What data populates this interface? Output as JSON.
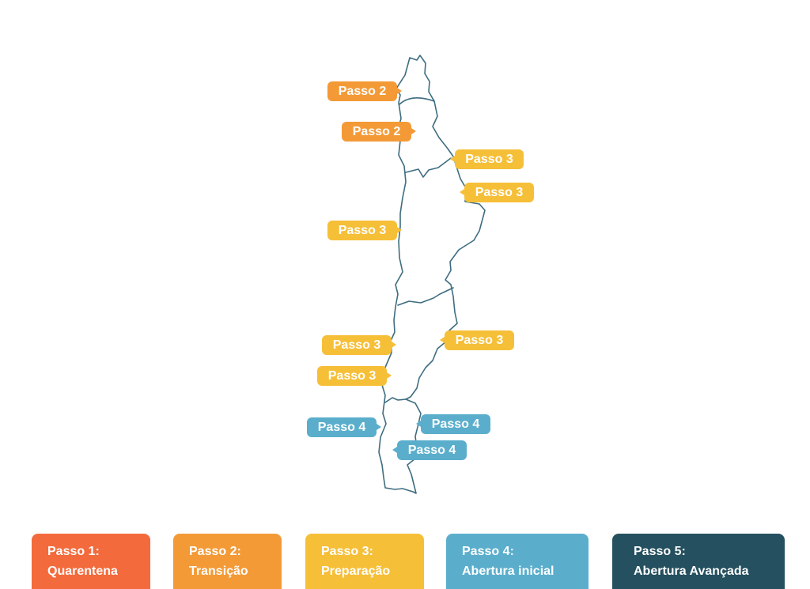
{
  "colors": {
    "step1": "#f36a3c",
    "step2": "#f39a37",
    "step3": "#f6bf38",
    "step4": "#5aaecc",
    "step5": "#24505f",
    "outline": "#3e6d80"
  },
  "map": {
    "labels": [
      {
        "text": "Passo 2",
        "step": 2
      },
      {
        "text": "Passo 2",
        "step": 2
      },
      {
        "text": "Passo 3",
        "step": 3
      },
      {
        "text": "Passo 3",
        "step": 3
      },
      {
        "text": "Passo 3",
        "step": 3
      },
      {
        "text": "Passo 3",
        "step": 3
      },
      {
        "text": "Passo 3",
        "step": 3
      },
      {
        "text": "Passo 3",
        "step": 3
      },
      {
        "text": "Passo 4",
        "step": 4
      },
      {
        "text": "Passo 4",
        "step": 4
      },
      {
        "text": "Passo 4",
        "step": 4
      }
    ]
  },
  "legend": [
    {
      "line1": "Passo 1:",
      "line2": "Quarentena",
      "step": 1
    },
    {
      "line1": "Passo 2:",
      "line2": "Transição",
      "step": 2
    },
    {
      "line1": "Passo 3:",
      "line2": "Preparação",
      "step": 3
    },
    {
      "line1": "Passo 4:",
      "line2": "Abertura inicial",
      "step": 4
    },
    {
      "line1": "Passo 5:",
      "line2": "Abertura Avançada",
      "step": 5
    }
  ]
}
